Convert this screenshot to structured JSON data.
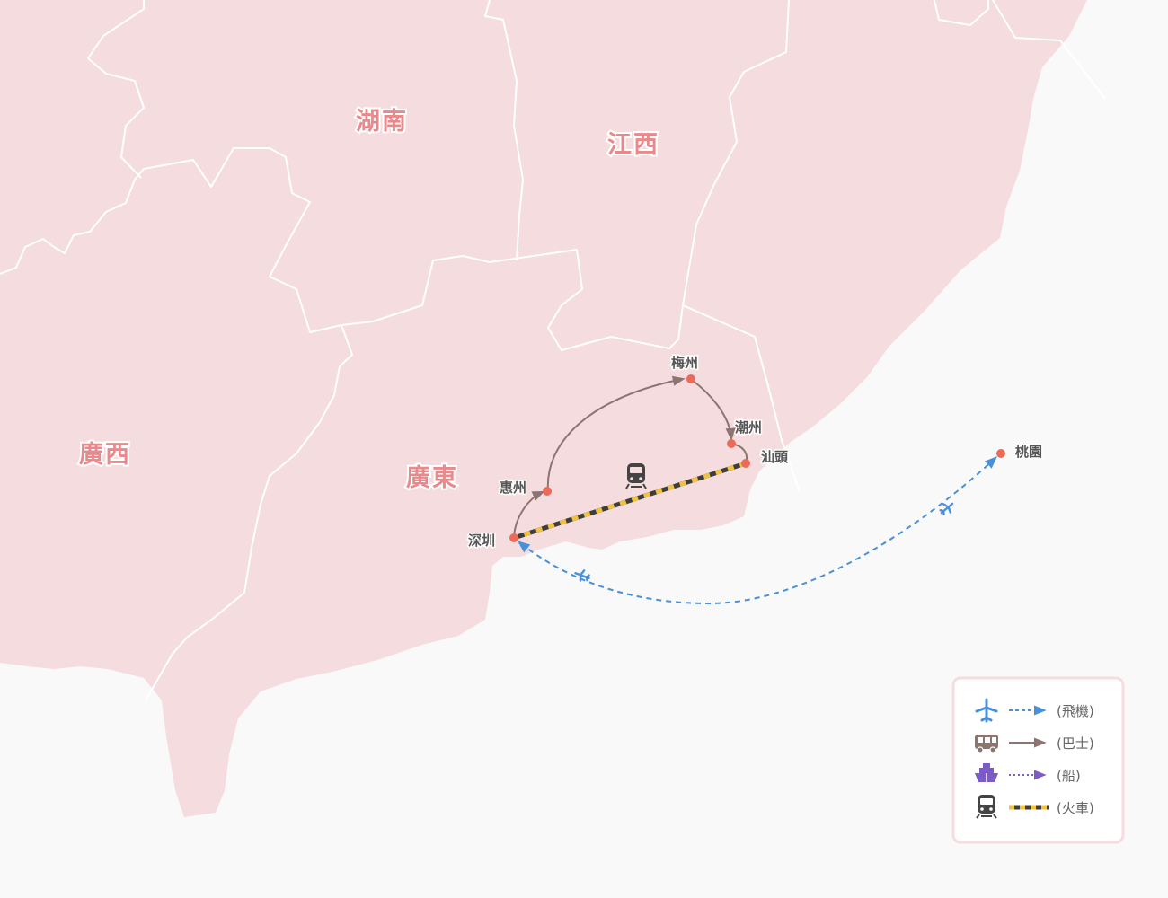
{
  "map": {
    "provinces": {
      "hunan": "湖南",
      "jiangxi": "江西",
      "guangxi": "廣西",
      "guangdong": "廣東"
    },
    "cities": {
      "shenzhen": "深圳",
      "huizhou": "惠州",
      "meizhou": "梅州",
      "chaozhou": "潮州",
      "shantou": "汕頭",
      "taoyuan": "桃園"
    },
    "routes": [
      {
        "mode": "flight",
        "from": "桃園",
        "to": "深圳"
      },
      {
        "mode": "bus",
        "from": "深圳",
        "to": "惠州"
      },
      {
        "mode": "bus",
        "from": "惠州",
        "to": "梅州"
      },
      {
        "mode": "bus",
        "from": "梅州",
        "to": "潮州"
      },
      {
        "mode": "bus",
        "from": "潮州",
        "to": "汕頭"
      },
      {
        "mode": "train",
        "from": "汕頭",
        "to": "深圳"
      }
    ]
  },
  "legend": {
    "plane": {
      "label": "(飛機)",
      "icon": "plane-icon"
    },
    "bus": {
      "label": "(巴士)",
      "icon": "bus-icon"
    },
    "ship": {
      "label": "(船)",
      "icon": "ship-icon"
    },
    "train": {
      "label": "(火車)",
      "icon": "train-icon"
    }
  },
  "colors": {
    "land": "#f5dcde",
    "sea": "#f9f9f9",
    "city_dot": "#ec6a5a",
    "flight": "#4a90d9",
    "bus": "#8c7470",
    "ship": "#7d5bc6",
    "train_dark": "#3d3d3d",
    "train_light": "#f0c242"
  }
}
